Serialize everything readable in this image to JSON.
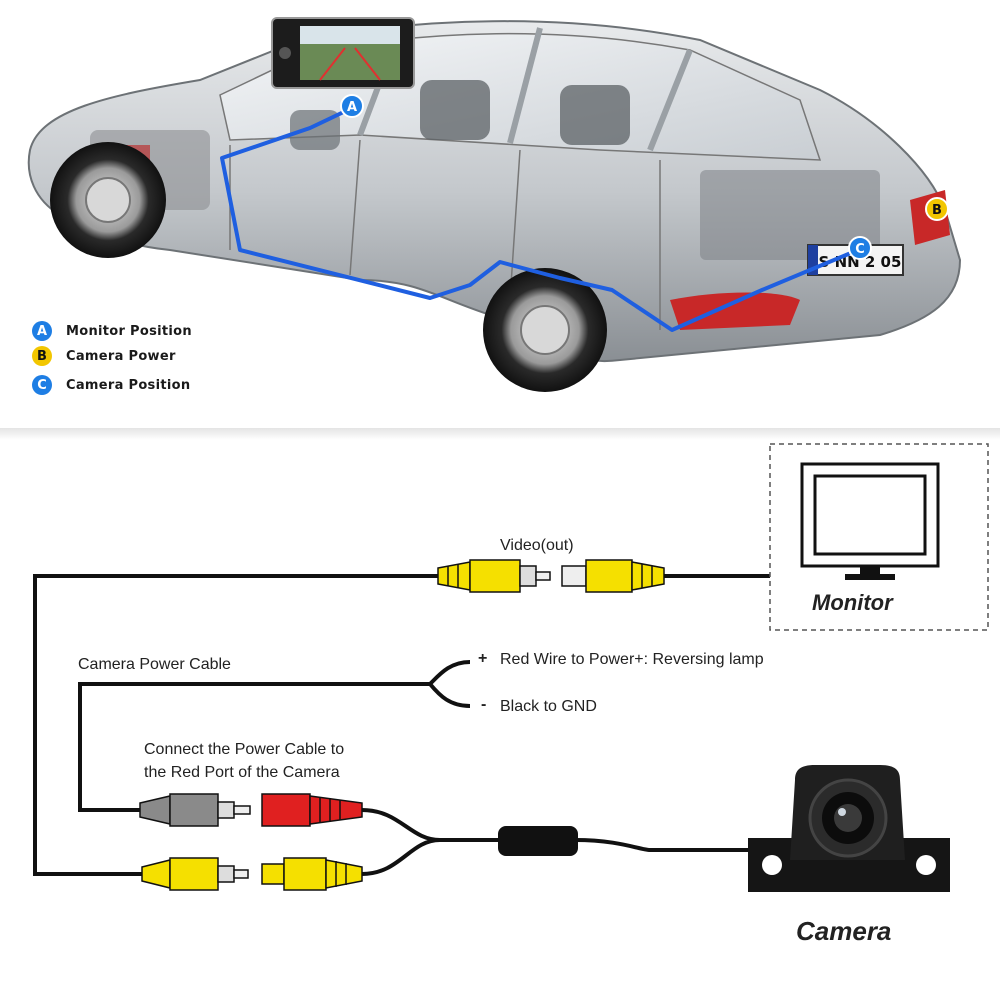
{
  "legend": [
    {
      "letter": "A",
      "text": "Monitor Position",
      "color": "#1e7ee4"
    },
    {
      "letter": "B",
      "text": "Camera Power",
      "color": "#f2c600"
    },
    {
      "letter": "C",
      "text": "Camera Position",
      "color": "#1e7ee4"
    }
  ],
  "car": {
    "plate_text": "S NN 2 05",
    "marker_a": "A",
    "marker_b": "B",
    "marker_c": "C"
  },
  "wiring": {
    "video_label": "Video(out)",
    "monitor_label": "Monitor",
    "camera_label": "Camera",
    "power_cable_label": "Camera Power Cable",
    "red_wire_sign": "+",
    "red_wire_label": "Red Wire to Power+: Reversing lamp",
    "black_wire_sign": "-",
    "black_wire_label": "Black to GND",
    "connect_note_line1": "Connect the Power Cable to",
    "connect_note_line2": "the Red Port of the Camera"
  },
  "colors": {
    "route_blue": "#1f5fe0",
    "rca_yellow": "#f5e000",
    "rca_red": "#e02020",
    "plug_gray": "#8a8a8a"
  }
}
